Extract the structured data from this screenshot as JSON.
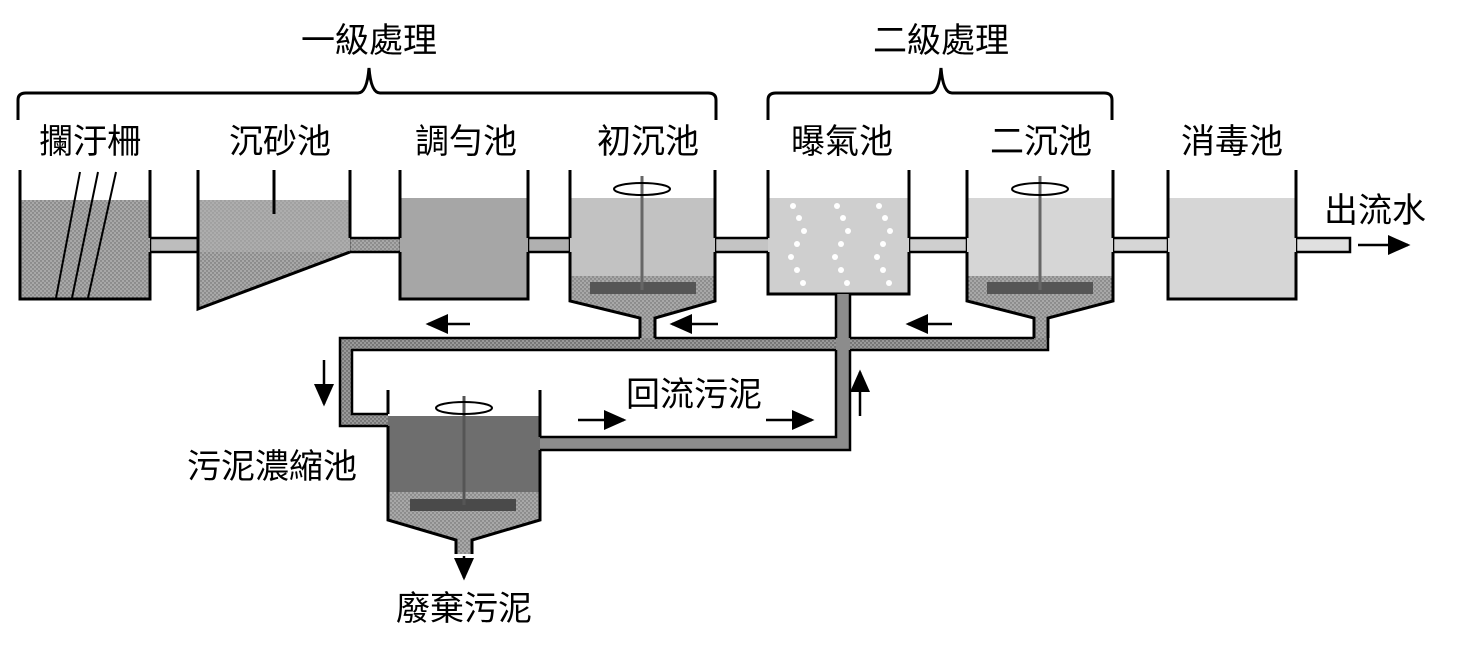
{
  "stages": {
    "primary": "一級處理",
    "secondary": "二級處理"
  },
  "tanks": {
    "screen": "攔汙柵",
    "grit": "沉砂池",
    "equalization": "調勻池",
    "primary_clarifier": "初沉池",
    "aeration": "曝氣池",
    "secondary_clarifier": "二沉池",
    "disinfection": "消毒池",
    "thickener": "污泥濃縮池"
  },
  "flows": {
    "effluent": "出流水",
    "return_sludge": "回流污泥",
    "waste_sludge": "廢棄污泥"
  },
  "colors": {
    "light_water": "#d6d6d6",
    "mid_water": "#bdbdbd",
    "dark_water": "#a6a6a6",
    "sludge": "#777777",
    "thick_sludge": "#6e6e6e",
    "pipe": "#8c8c8c",
    "outline": "#000000"
  }
}
